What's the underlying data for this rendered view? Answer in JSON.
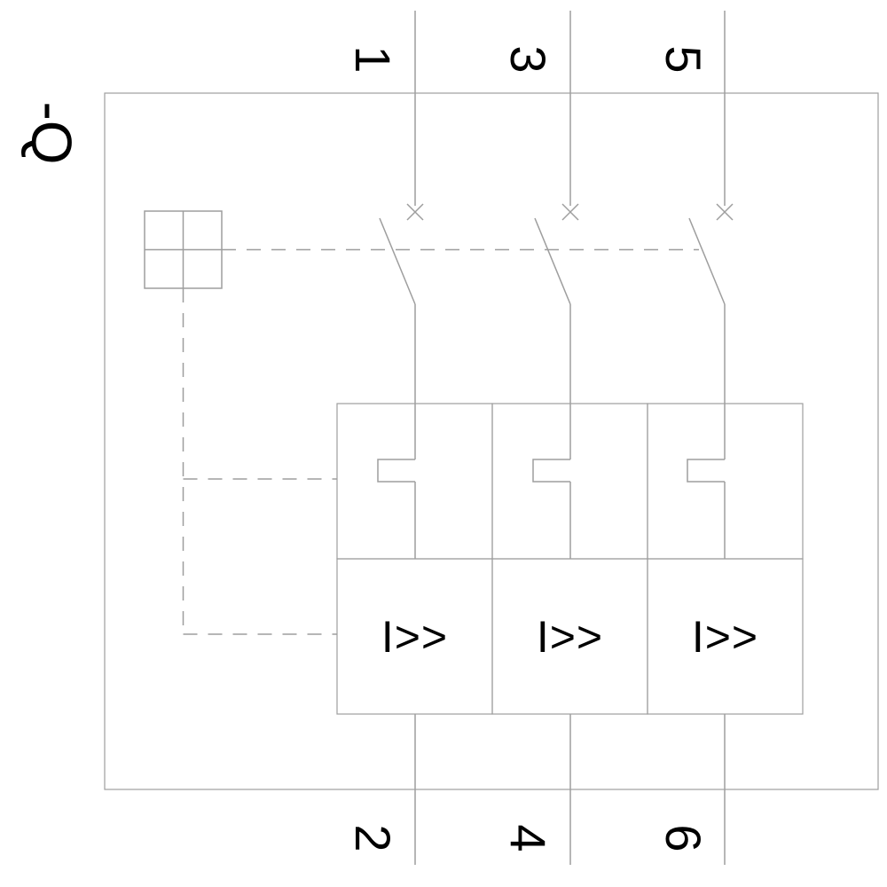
{
  "diagram": {
    "device_label": "-Q",
    "poles": [
      {
        "top_terminal": "1",
        "bottom_terminal": "2"
      },
      {
        "top_terminal": "3",
        "bottom_terminal": "4"
      },
      {
        "top_terminal": "5",
        "bottom_terminal": "6"
      }
    ],
    "magnetic_trip_label": "I>>",
    "colors": {
      "line": "#9e9e9e",
      "text": "#000000",
      "background": "#ffffff"
    }
  }
}
